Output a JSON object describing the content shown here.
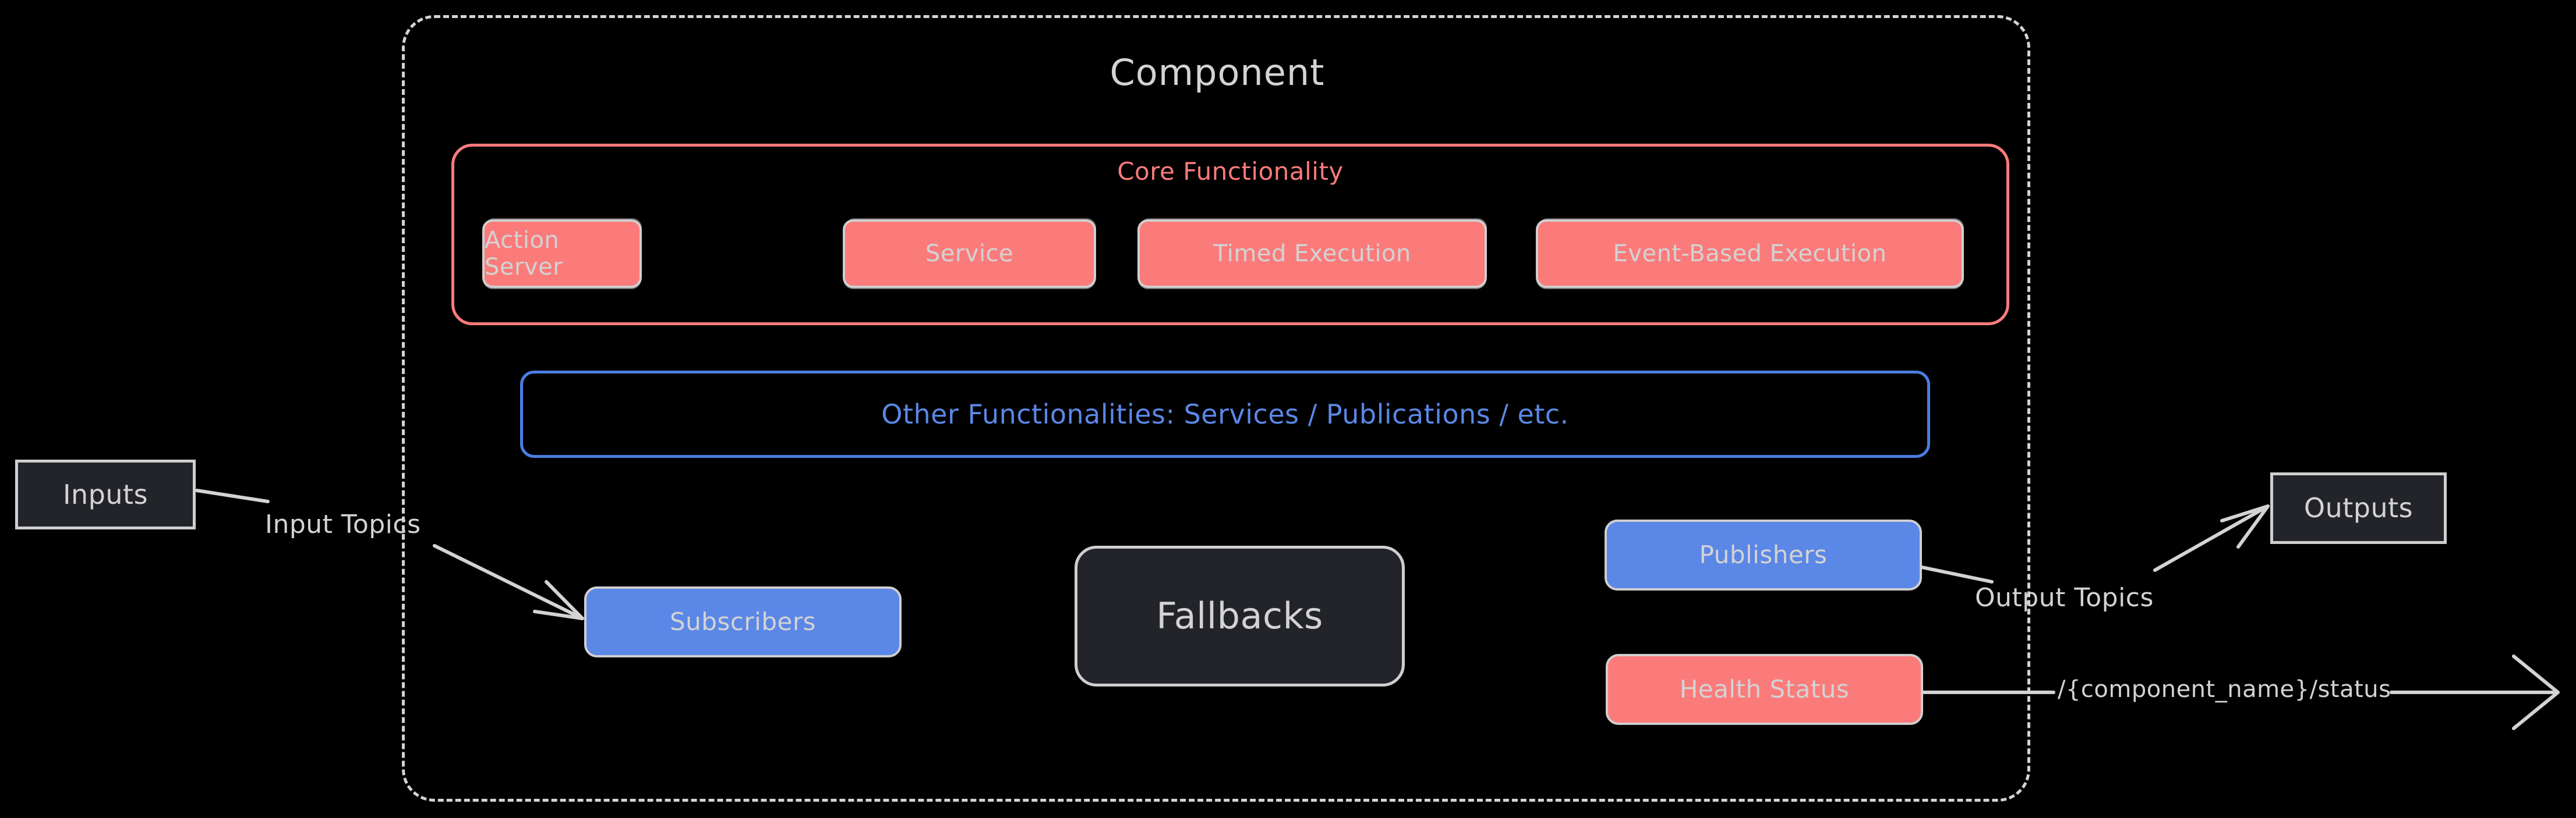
{
  "diagram": {
    "title": "Component",
    "background_color": "#000000",
    "stroke_color": "#d3d3d3",
    "accent_red": "#fb7b7b",
    "accent_blue": "#5b87e6",
    "dark_fill": "#222429"
  },
  "core": {
    "label": "Core Functionality",
    "chips": [
      {
        "label": "Action Server"
      },
      {
        "label": "Service"
      },
      {
        "label": "Timed Execution"
      },
      {
        "label": "Event-Based Execution"
      }
    ]
  },
  "other_functionalities": {
    "label": "Other Functionalities: Services / Publications / etc."
  },
  "nodes": {
    "inputs": "Inputs",
    "outputs": "Outputs",
    "subscribers": "Subscribers",
    "fallbacks": "Fallbacks",
    "publishers": "Publishers",
    "health_status": "Health Status"
  },
  "edges": {
    "input_topics": "Input Topics",
    "output_topics": "Output Topics",
    "status_topic": "/{component_name}/status"
  }
}
